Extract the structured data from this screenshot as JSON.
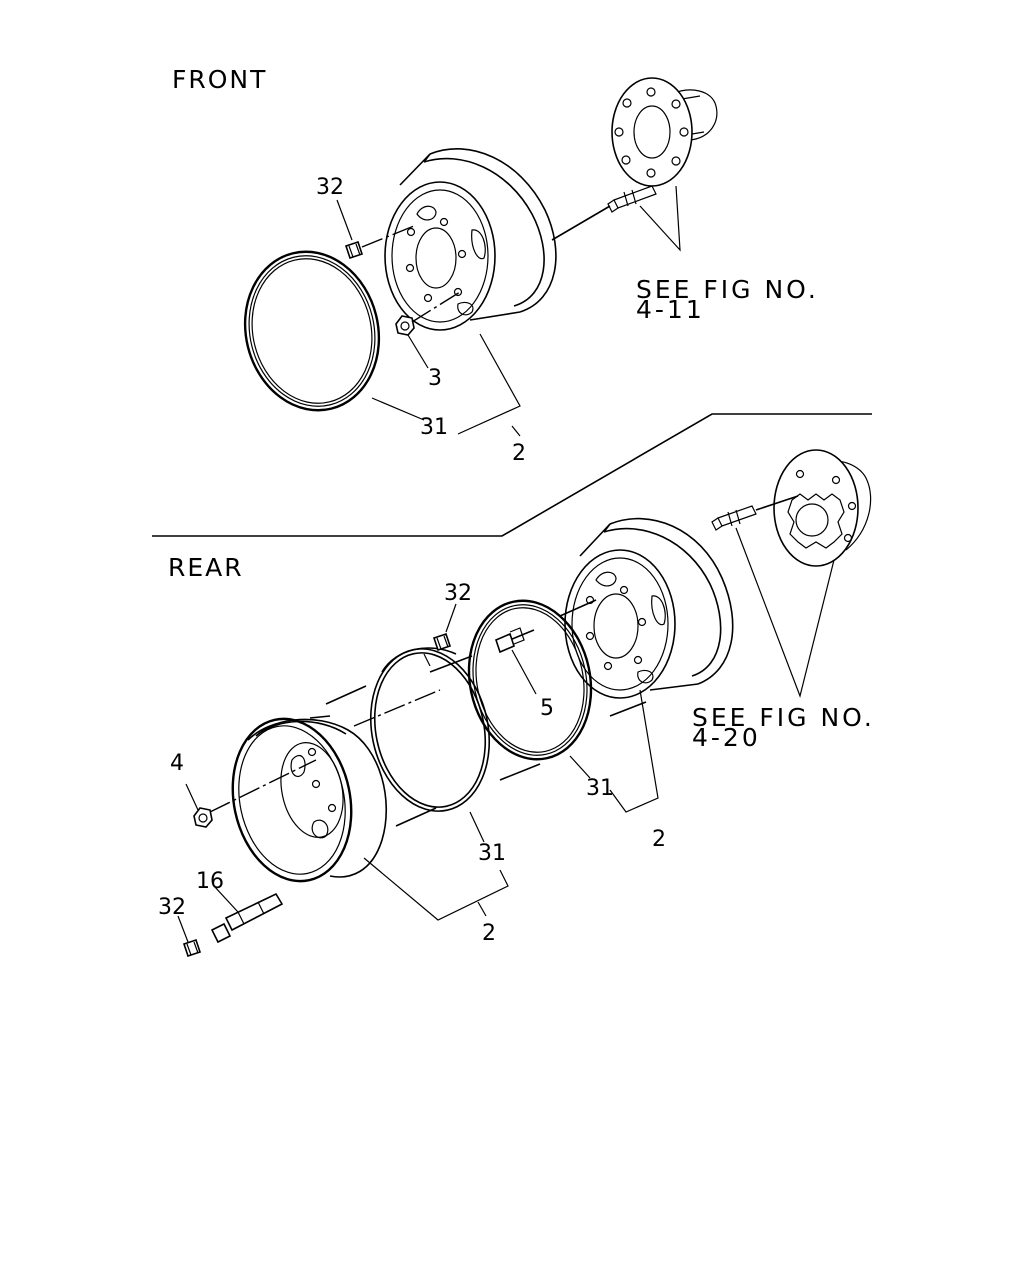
{
  "sections": {
    "front": "FRONT",
    "rear": "REAR"
  },
  "references": {
    "front_see": "SEE FIG NO.",
    "front_fig": "4-11",
    "rear_see": "SEE FIG NO.",
    "rear_fig": "4-20"
  },
  "callouts": {
    "front_32": "32",
    "front_3": "3",
    "front_31": "31",
    "front_2": "2",
    "rear_32_top": "32",
    "rear_5": "5",
    "rear_31_inner": "31",
    "rear_2_inner": "2",
    "rear_4": "4",
    "rear_16": "16",
    "rear_32_bottom": "32",
    "rear_31_outer": "31",
    "rear_2_outer": "2"
  }
}
